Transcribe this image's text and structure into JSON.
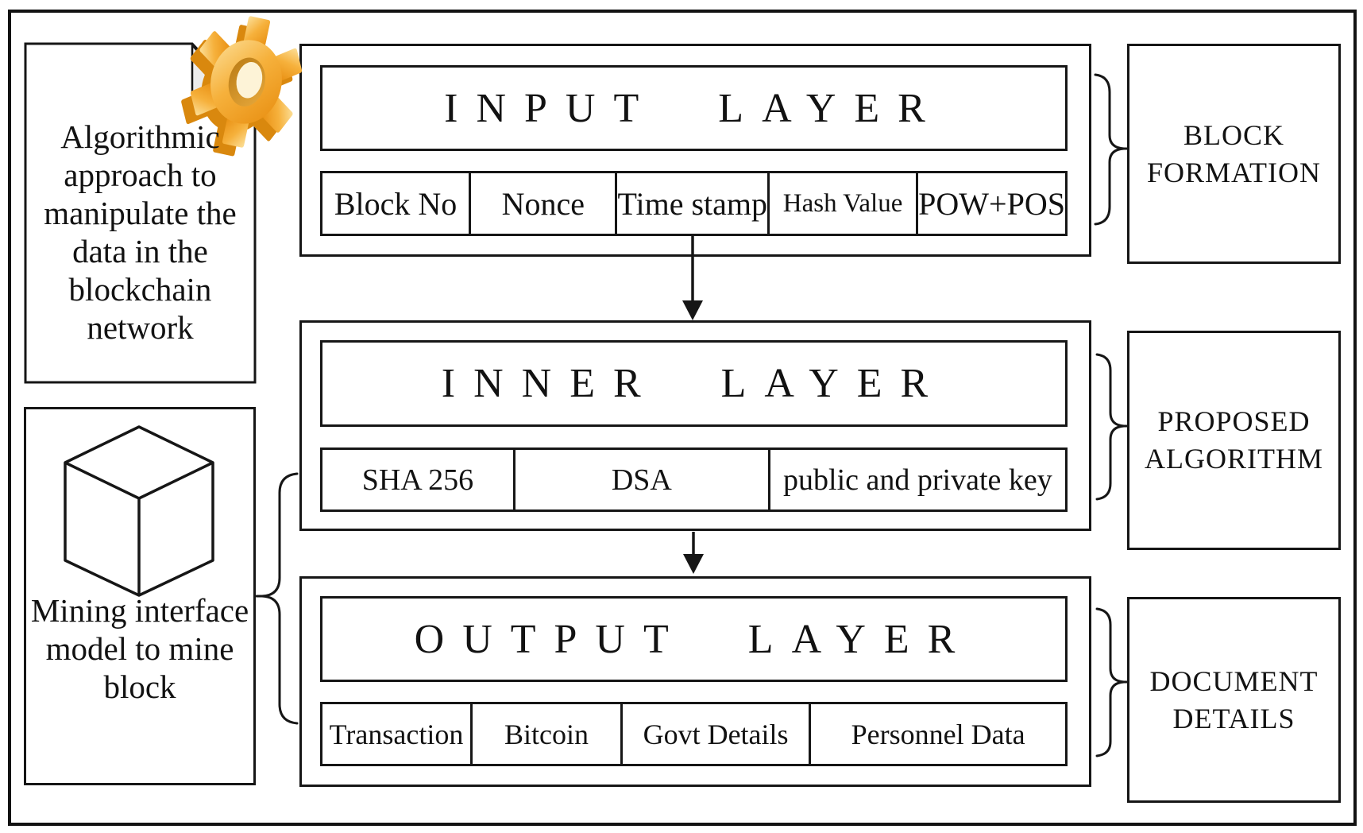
{
  "figure": {
    "left_panel": {
      "algorithm_note": {
        "lines": [
          "Algorithmic",
          "approach to",
          "manipulate the",
          "data in the",
          "blockchain",
          "network"
        ],
        "icon": "gear-icon"
      },
      "mining_note": {
        "lines": [
          "Mining interface",
          "model to mine",
          "block"
        ],
        "icon": "cube-icon"
      }
    },
    "layers": {
      "input": {
        "title": "INPUT LAYER",
        "cells": [
          "Block No",
          "Nonce",
          "Time stamp",
          "Hash Value",
          "POW+POS"
        ]
      },
      "inner": {
        "title": "INNER LAYER",
        "cells": [
          "SHA 256",
          "DSA",
          "public and private key"
        ]
      },
      "output": {
        "title": "OUTPUT LAYER",
        "cells": [
          "Transaction",
          "Bitcoin",
          "Govt Details",
          "Personnel Data"
        ]
      }
    },
    "right_panel": {
      "block_formation": {
        "lines": [
          "BLOCK",
          "FORMATION"
        ]
      },
      "proposed_algorithm": {
        "lines": [
          "PROPOSED",
          "ALGORITHM"
        ]
      },
      "document_details": {
        "lines": [
          "DOCUMENT",
          "DETAILS"
        ]
      }
    },
    "colors": {
      "line": "#161616",
      "gear_light": "#fce09a",
      "gear_mid": "#f6b13c",
      "gear_dark": "#e78c0e",
      "gear_back": "#d9880e",
      "fold_gray": "#ececec"
    }
  }
}
